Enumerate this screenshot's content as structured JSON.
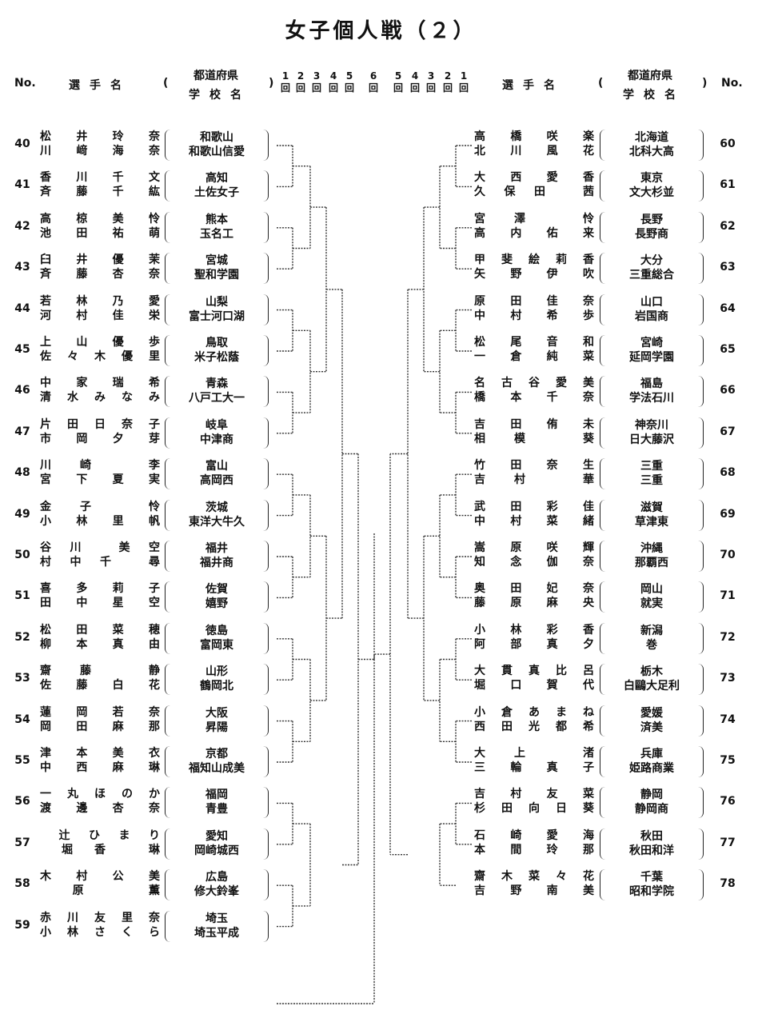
{
  "title": "女子個人戦（２）",
  "header": {
    "no_label": "No.",
    "name_label": "選手名",
    "pref_label": "都道府県",
    "school_label": "学校名",
    "paren_open": "(",
    "paren_close": ")",
    "rounds_left": [
      "1",
      "2",
      "3",
      "4",
      "5",
      "6"
    ],
    "rounds_right": [
      "5",
      "4",
      "3",
      "2",
      "1"
    ],
    "round_suffix": "回"
  },
  "left_entries": [
    {
      "no": "40",
      "p1": [
        "松",
        "井",
        "玲",
        "奈"
      ],
      "p2": [
        "川",
        "﨑",
        "海",
        "奈"
      ],
      "pref": "和歌山",
      "school": "和歌山信愛"
    },
    {
      "no": "41",
      "p1": [
        "香",
        "川",
        "千",
        "文"
      ],
      "p2": [
        "斉",
        "藤",
        "千",
        "紘"
      ],
      "pref": "高知",
      "school": "土佐女子"
    },
    {
      "no": "42",
      "p1": [
        "高",
        "椋",
        "美",
        "怜"
      ],
      "p2": [
        "池",
        "田",
        "祐",
        "萌"
      ],
      "pref": "熊本",
      "school": "玉名工"
    },
    {
      "no": "43",
      "p1": [
        "臼",
        "井",
        "優",
        "茉"
      ],
      "p2": [
        "斉",
        "藤",
        "杏",
        "奈"
      ],
      "pref": "宮城",
      "school": "聖和学園"
    },
    {
      "no": "44",
      "p1": [
        "若",
        "林",
        "乃",
        "愛"
      ],
      "p2": [
        "河",
        "村",
        "佳",
        "栄"
      ],
      "pref": "山梨",
      "school": "富士河口湖"
    },
    {
      "no": "45",
      "p1": [
        "上",
        "山",
        "優",
        "歩"
      ],
      "p2": [
        "佐",
        "々",
        "木",
        "優",
        "里"
      ],
      "pref": "鳥取",
      "school": "米子松蔭"
    },
    {
      "no": "46",
      "p1": [
        "中",
        "家",
        "瑞",
        "希"
      ],
      "p2": [
        "清",
        "水",
        "み",
        "な",
        "み"
      ],
      "pref": "青森",
      "school": "八戸工大一"
    },
    {
      "no": "47",
      "p1": [
        "片",
        "田",
        "日",
        "奈",
        "子"
      ],
      "p2": [
        "市",
        "岡",
        "夕",
        "芽"
      ],
      "pref": "岐阜",
      "school": "中津商"
    },
    {
      "no": "48",
      "p1": [
        "川",
        "崎",
        "",
        "李"
      ],
      "p2": [
        "宮",
        "下",
        "夏",
        "実"
      ],
      "pref": "富山",
      "school": "高岡西"
    },
    {
      "no": "49",
      "p1": [
        "金",
        "子",
        "",
        "怜"
      ],
      "p2": [
        "小",
        "林",
        "里",
        "帆"
      ],
      "pref": "茨城",
      "school": "東洋大牛久"
    },
    {
      "no": "50",
      "p1": [
        "谷",
        "川",
        "",
        "美",
        "空"
      ],
      "p2": [
        "村",
        "中",
        "千",
        "",
        "尋"
      ],
      "pref": "福井",
      "school": "福井商"
    },
    {
      "no": "51",
      "p1": [
        "喜",
        "多",
        "莉",
        "子"
      ],
      "p2": [
        "田",
        "中",
        "星",
        "空"
      ],
      "pref": "佐賀",
      "school": "嬉野"
    },
    {
      "no": "52",
      "p1": [
        "松",
        "田",
        "菜",
        "穂"
      ],
      "p2": [
        "柳",
        "本",
        "真",
        "由"
      ],
      "pref": "徳島",
      "school": "富岡東"
    },
    {
      "no": "53",
      "p1": [
        "齋",
        "藤",
        "",
        "静"
      ],
      "p2": [
        "佐",
        "藤",
        "白",
        "花"
      ],
      "pref": "山形",
      "school": "鶴岡北"
    },
    {
      "no": "54",
      "p1": [
        "蓮",
        "岡",
        "若",
        "奈"
      ],
      "p2": [
        "岡",
        "田",
        "麻",
        "那"
      ],
      "pref": "大阪",
      "school": "昇陽"
    },
    {
      "no": "55",
      "p1": [
        "津",
        "本",
        "美",
        "衣"
      ],
      "p2": [
        "中",
        "西",
        "麻",
        "琳"
      ],
      "pref": "京都",
      "school": "福知山成美"
    },
    {
      "no": "56",
      "p1": [
        "一",
        "丸",
        "ほ",
        "の",
        "か"
      ],
      "p2": [
        "渡",
        "邊",
        "杏",
        "奈"
      ],
      "pref": "福岡",
      "school": "青豊"
    },
    {
      "no": "57",
      "p1": [
        "",
        "辻",
        "ひ",
        "ま",
        "り"
      ],
      "p2": [
        "",
        "堀",
        "香",
        "",
        "琳"
      ],
      "pref": "愛知",
      "school": "岡崎城西"
    },
    {
      "no": "58",
      "p1": [
        "木",
        "村",
        "公",
        "美"
      ],
      "p2": [
        "",
        "原",
        "",
        "薫"
      ],
      "pref": "広島",
      "school": "修大鈴峯"
    },
    {
      "no": "59",
      "p1": [
        "赤",
        "川",
        "友",
        "里",
        "奈"
      ],
      "p2": [
        "小",
        "林",
        "さ",
        "く",
        "ら"
      ],
      "pref": "埼玉",
      "school": "埼玉平成"
    }
  ],
  "right_entries": [
    {
      "no": "60",
      "p1": [
        "高",
        "橋",
        "咲",
        "楽"
      ],
      "p2": [
        "北",
        "川",
        "風",
        "花"
      ],
      "pref": "北海道",
      "school": "北科大高"
    },
    {
      "no": "61",
      "p1": [
        "大",
        "西",
        "愛",
        "香"
      ],
      "p2": [
        "久",
        "保",
        "田",
        "",
        "茜"
      ],
      "pref": "東京",
      "school": "文大杉並"
    },
    {
      "no": "62",
      "p1": [
        "宮",
        "澤",
        "",
        "怜"
      ],
      "p2": [
        "高",
        "内",
        "佑",
        "来"
      ],
      "pref": "長野",
      "school": "長野商"
    },
    {
      "no": "63",
      "p1": [
        "甲",
        "斐",
        "絵",
        "莉",
        "香"
      ],
      "p2": [
        "矢",
        "野",
        "伊",
        "吹"
      ],
      "pref": "大分",
      "school": "三重総合"
    },
    {
      "no": "64",
      "p1": [
        "原",
        "田",
        "佳",
        "奈"
      ],
      "p2": [
        "中",
        "村",
        "希",
        "歩"
      ],
      "pref": "山口",
      "school": "岩国商"
    },
    {
      "no": "65",
      "p1": [
        "松",
        "尾",
        "音",
        "和"
      ],
      "p2": [
        "一",
        "倉",
        "純",
        "菜"
      ],
      "pref": "宮崎",
      "school": "延岡学園"
    },
    {
      "no": "66",
      "p1": [
        "名",
        "古",
        "谷",
        "愛",
        "美"
      ],
      "p2": [
        "橋",
        "本",
        "千",
        "奈"
      ],
      "pref": "福島",
      "school": "学法石川"
    },
    {
      "no": "67",
      "p1": [
        "吉",
        "田",
        "侑",
        "未"
      ],
      "p2": [
        "相",
        "模",
        "",
        "葵"
      ],
      "pref": "神奈川",
      "school": "日大藤沢"
    },
    {
      "no": "68",
      "p1": [
        "竹",
        "田",
        "奈",
        "生"
      ],
      "p2": [
        "吉",
        "村",
        "",
        "華"
      ],
      "pref": "三重",
      "school": "三重"
    },
    {
      "no": "69",
      "p1": [
        "武",
        "田",
        "彩",
        "佳"
      ],
      "p2": [
        "中",
        "村",
        "菜",
        "緒"
      ],
      "pref": "滋賀",
      "school": "草津東"
    },
    {
      "no": "70",
      "p1": [
        "嵩",
        "原",
        "咲",
        "輝"
      ],
      "p2": [
        "知",
        "念",
        "伽",
        "奈"
      ],
      "pref": "沖縄",
      "school": "那覇西"
    },
    {
      "no": "71",
      "p1": [
        "奥",
        "田",
        "妃",
        "奈"
      ],
      "p2": [
        "藤",
        "原",
        "麻",
        "央"
      ],
      "pref": "岡山",
      "school": "就実"
    },
    {
      "no": "72",
      "p1": [
        "小",
        "林",
        "彩",
        "香"
      ],
      "p2": [
        "阿",
        "部",
        "真",
        "夕"
      ],
      "pref": "新潟",
      "school": "巻"
    },
    {
      "no": "73",
      "p1": [
        "大",
        "貫",
        "真",
        "比",
        "呂"
      ],
      "p2": [
        "堀",
        "口",
        "賀",
        "代"
      ],
      "pref": "栃木",
      "school": "白鷗大足利"
    },
    {
      "no": "74",
      "p1": [
        "小",
        "倉",
        "あ",
        "ま",
        "ね"
      ],
      "p2": [
        "西",
        "田",
        "光",
        "都",
        "希"
      ],
      "pref": "愛媛",
      "school": "済美"
    },
    {
      "no": "75",
      "p1": [
        "大",
        "上",
        "",
        "渚"
      ],
      "p2": [
        "三",
        "輪",
        "真",
        "子"
      ],
      "pref": "兵庫",
      "school": "姫路商業"
    },
    {
      "no": "76",
      "p1": [
        "吉",
        "村",
        "友",
        "菜"
      ],
      "p2": [
        "杉",
        "田",
        "向",
        "日",
        "葵"
      ],
      "pref": "静岡",
      "school": "静岡商"
    },
    {
      "no": "77",
      "p1": [
        "石",
        "崎",
        "愛",
        "海"
      ],
      "p2": [
        "本",
        "間",
        "玲",
        "那"
      ],
      "pref": "秋田",
      "school": "秋田和洋"
    },
    {
      "no": "78",
      "p1": [
        "齋",
        "木",
        "菜",
        "々",
        "花"
      ],
      "p2": [
        "吉",
        "野",
        "南",
        "美"
      ],
      "pref": "千葉",
      "school": "昭和学院"
    }
  ]
}
